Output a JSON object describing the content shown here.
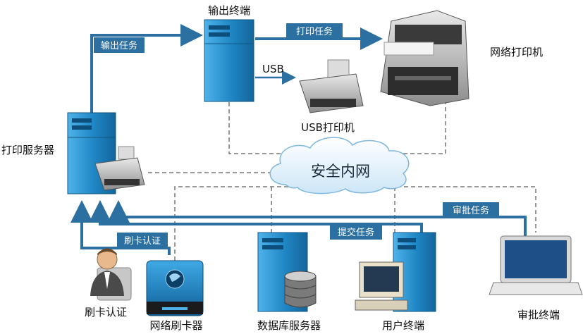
{
  "nodes": {
    "output_terminal": "输出终端",
    "network_printer": "网络打印机",
    "usb_printer": "USB打印机",
    "print_server": "打印服务器",
    "card_auth_person": "刷卡认证",
    "network_card_reader": "网络刷卡器",
    "database_server": "数据库服务器",
    "user_terminal": "用户终端",
    "approval_terminal": "审批终端"
  },
  "network": {
    "secure_intranet": "安全内网"
  },
  "flows": {
    "output_task": "输出任务",
    "print_task": "打印任务",
    "usb": "USB",
    "approval_task": "审批任务",
    "card_auth": "刷卡认证",
    "submit_task": "提交任务"
  },
  "colors": {
    "flow_blue": "#2c6fa1",
    "server_blue": "#1f86c4",
    "dashed_gray": "#777777",
    "cloud_fill": "#e3f1fb"
  }
}
